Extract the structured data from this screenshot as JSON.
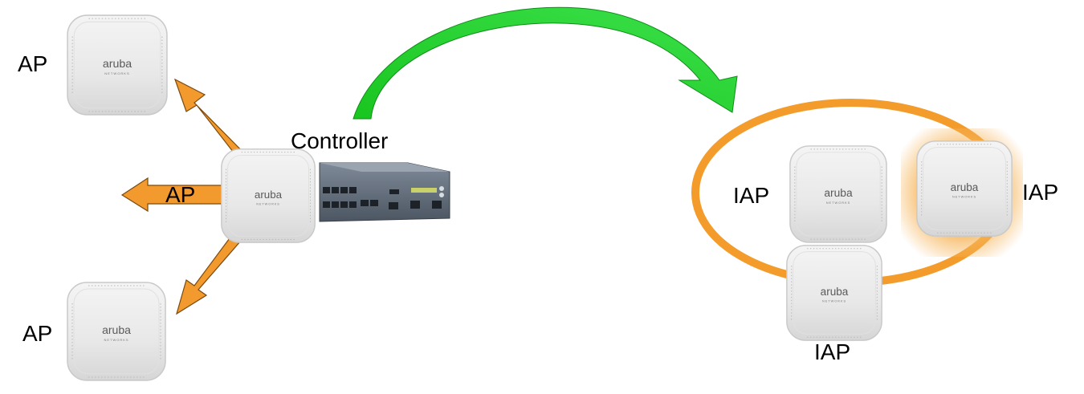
{
  "labels": {
    "ap_top": "AP",
    "ap_mid": "AP",
    "ap_bottom": "AP",
    "controller": "Controller",
    "iap_left": "IAP",
    "iap_right": "IAP",
    "iap_bottom": "IAP"
  },
  "device_brand": {
    "logo": "aruba",
    "sub": "NETWORKS"
  },
  "colors": {
    "orange_arrow": "#f29a2e",
    "orange_ring": "#f39c2b",
    "green_arrow": "#22d12e",
    "glow": "#f6b55a"
  }
}
